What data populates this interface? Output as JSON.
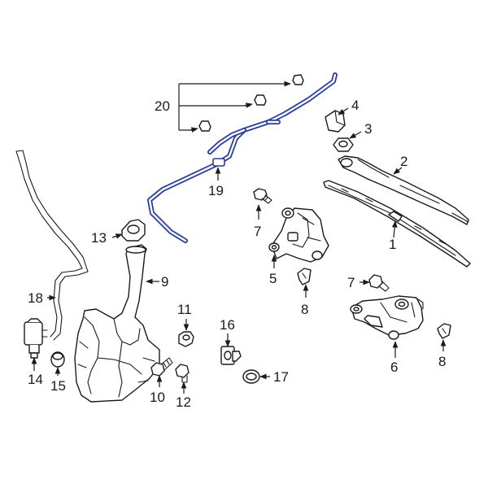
{
  "diagram": {
    "highlight_color": "#2a3f9a",
    "callouts": {
      "c1": "1",
      "c2": "2",
      "c3": "3",
      "c4": "4",
      "c5": "5",
      "c6": "6",
      "c7a": "7",
      "c7b": "7",
      "c8a": "8",
      "c8b": "8",
      "c9": "9",
      "c10": "10",
      "c11": "11",
      "c12": "12",
      "c13": "13",
      "c14": "14",
      "c15": "15",
      "c16": "16",
      "c17": "17",
      "c18": "18",
      "c19": "19",
      "c20": "20"
    }
  }
}
